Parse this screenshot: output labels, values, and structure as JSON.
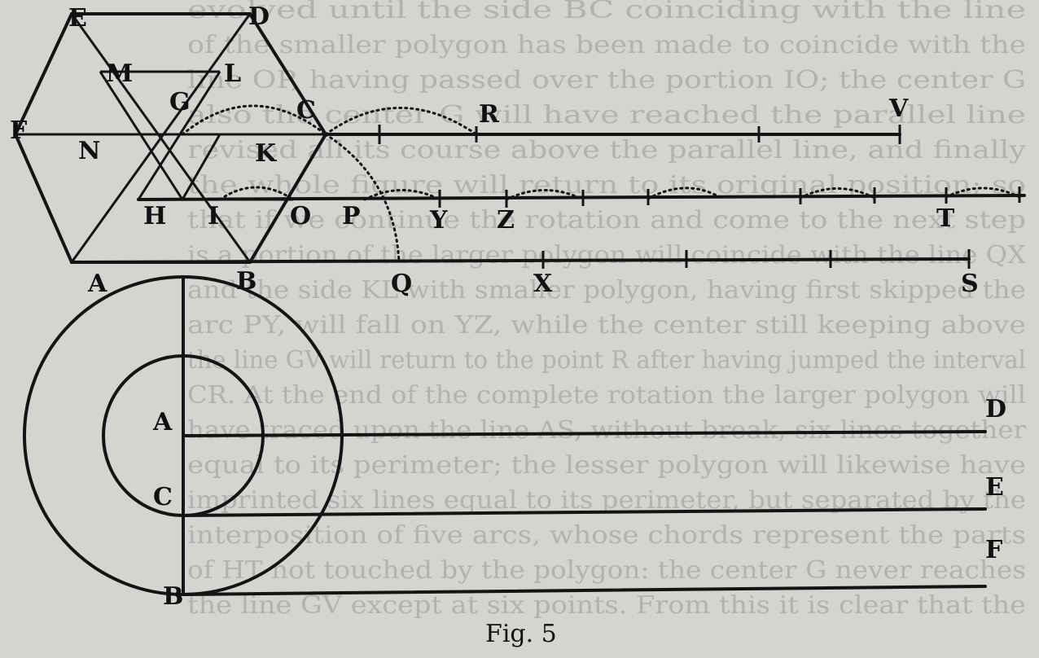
{
  "background_text": [
    "evolved until the side BC coinciding with the line",
    "of the smaller polygon has been made to coincide with the",
    "line OP, having passed over the portion IO; the center G",
    "also the center G will have reached the parallel line",
    "revised all its course above the parallel line, and finally",
    "the whole figure will return to its original position; so",
    "that if we continue the rotation and come to the next step",
    "is a portion of the larger polygon will coincide with the line QX",
    "and the side KL with smaller polygon, having first skipped the",
    "arc PY, will fall on YZ, while the center still keeping above",
    "the line GV will return to the point R after having jumped the interval",
    "CR. At the end of the complete rotation the larger polygon will",
    "have traced upon the line AS, without break, six lines together",
    "equal to its perimeter; the lesser polygon will likewise have",
    "imprinted six lines equal to its perimeter, but separated by the",
    "interposition of five arcs, whose chords represent the parts",
    "of HT not touched by the polygon: the center G never reaches",
    "the line GV except at six points. From this it is clear that the"
  ],
  "hexagon_labels": [
    "E",
    "D",
    "M",
    "L",
    "G",
    "C",
    "F",
    "N",
    "K",
    "H",
    "I",
    "O",
    "P",
    "A",
    "B"
  ],
  "line_labels": [
    "R",
    "V",
    "Y",
    "Z",
    "T",
    "Q",
    "X",
    "S"
  ],
  "circle_labels": [
    "A",
    "C",
    "B",
    "D",
    "E",
    "F"
  ],
  "caption": "Fig. 5"
}
